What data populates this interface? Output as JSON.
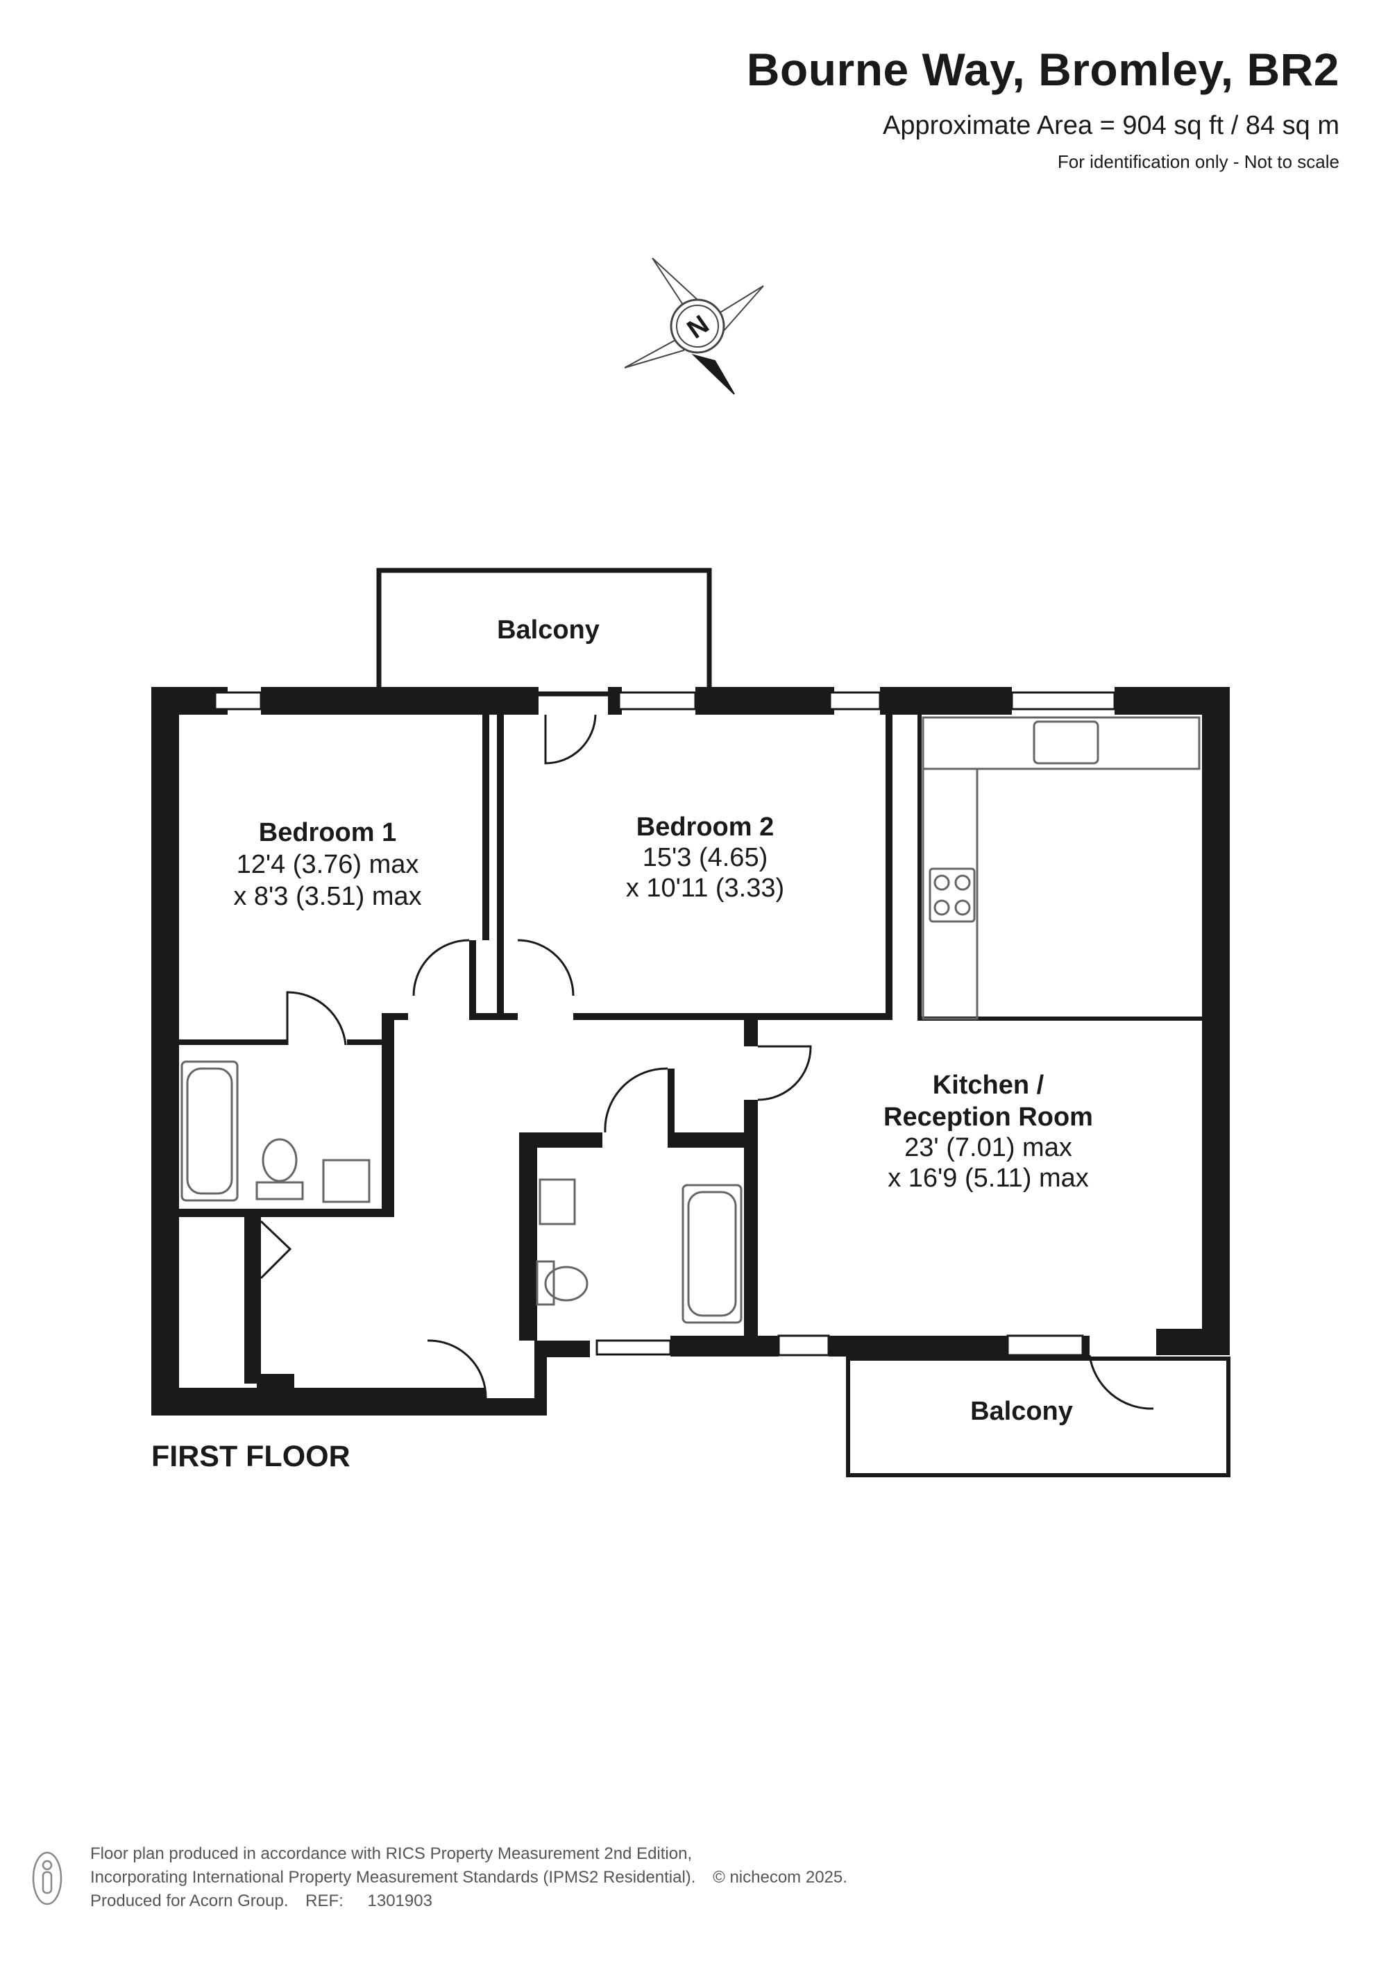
{
  "header": {
    "title": "Bourne Way, Bromley, BR2",
    "area": "Approximate Area = 904 sq ft / 84 sq m",
    "note": "For identification only - Not to scale"
  },
  "compass": {
    "label": "N",
    "icon": "north-compass-icon"
  },
  "rooms": {
    "balcony_top": {
      "name": "Balcony"
    },
    "bedroom1": {
      "name": "Bedroom 1",
      "dim1": "12'4 (3.76) max",
      "dim2": "x 8'3 (3.51) max"
    },
    "bedroom2": {
      "name": "Bedroom 2",
      "dim1": "15'3 (4.65)",
      "dim2": "x 10'11 (3.33)"
    },
    "kitchen": {
      "name1": "Kitchen /",
      "name2": "Reception Room",
      "dim1": "23' (7.01) max",
      "dim2": "x 16'9 (5.11) max"
    },
    "balcony_bottom": {
      "name": "Balcony"
    }
  },
  "floor_label": "FIRST FLOOR",
  "footer": {
    "line1": "Floor plan produced in accordance with RICS Property Measurement 2nd Edition,",
    "line2": "Incorporating International Property Measurement Standards (IPMS2 Residential).",
    "copyright": "© nichecom 2025.",
    "line3": "Produced for Acorn Group.",
    "ref_label": "REF:",
    "ref_value": "1301903"
  },
  "colors": {
    "wall": "#1a1a1a",
    "line": "#1a1a1a",
    "fixture": "#666666"
  }
}
